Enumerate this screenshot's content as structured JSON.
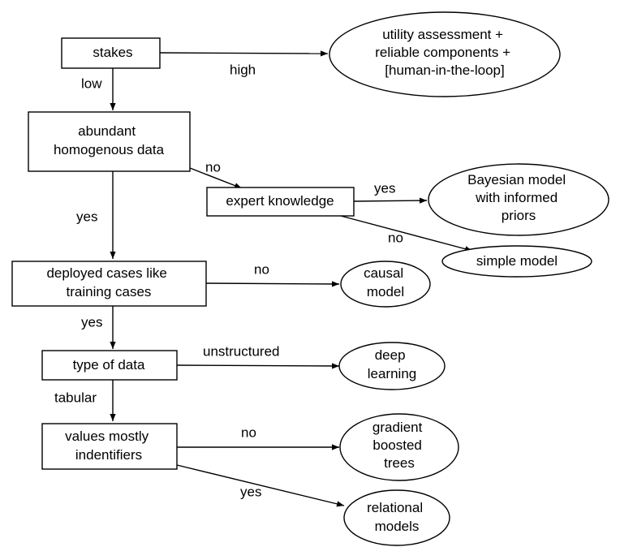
{
  "nodes": {
    "stakes": {
      "lines": [
        "stakes"
      ]
    },
    "abundant_data": {
      "lines": [
        "abundant",
        "homogenous data"
      ]
    },
    "expert_knowledge": {
      "lines": [
        "expert knowledge"
      ]
    },
    "deployed_cases": {
      "lines": [
        "deployed cases like",
        "training cases"
      ]
    },
    "type_of_data": {
      "lines": [
        "type of data"
      ]
    },
    "values_identifiers": {
      "lines": [
        "values mostly",
        "indentifiers"
      ]
    },
    "utility_assessment": {
      "lines": [
        "utility assessment +",
        "reliable components  +",
        "[human-in-the-loop]"
      ]
    },
    "bayesian_model": {
      "lines": [
        "Bayesian model",
        "with informed",
        "priors"
      ]
    },
    "simple_model": {
      "lines": [
        "simple model"
      ]
    },
    "causal_model": {
      "lines": [
        "causal",
        "model"
      ]
    },
    "deep_learning": {
      "lines": [
        "deep",
        "learning"
      ]
    },
    "gradient_boosted": {
      "lines": [
        "gradient",
        "boosted",
        "trees"
      ]
    },
    "relational_models": {
      "lines": [
        "relational",
        "models"
      ]
    }
  },
  "edges": {
    "stakes_high": "high",
    "stakes_low": "low",
    "data_no": "no",
    "data_yes": "yes",
    "expert_yes": "yes",
    "expert_no": "no",
    "deployed_no": "no",
    "deployed_yes": "yes",
    "type_unstructured": "unstructured",
    "type_tabular": "tabular",
    "values_no": "no",
    "values_yes": "yes"
  }
}
